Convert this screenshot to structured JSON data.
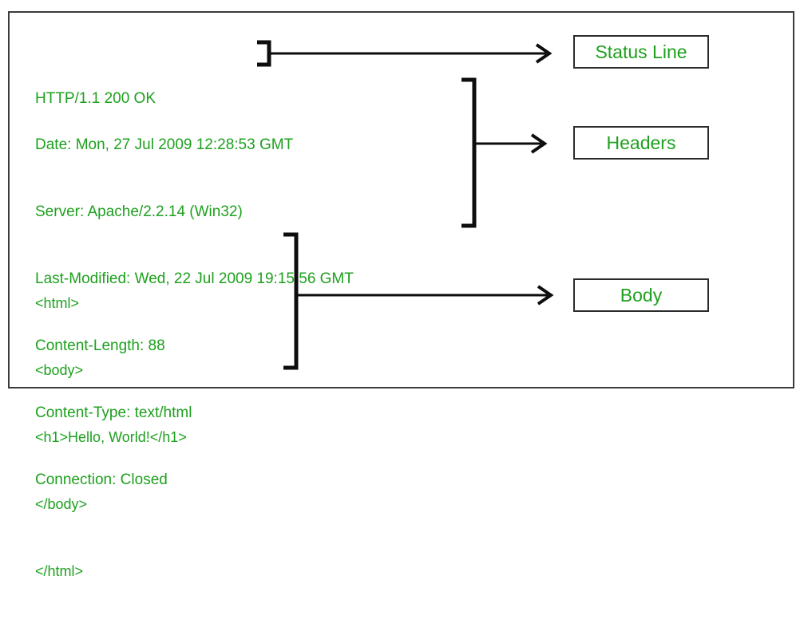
{
  "diagram": {
    "title_present": false,
    "accent_color": "#1ea01e",
    "line_color": "#2b2b2b",
    "frame_color": "#3b3b3b",
    "background": "#ffffff"
  },
  "message": {
    "status_line": {
      "text": "HTTP/1.1 200 OK",
      "label": "Status Line"
    },
    "headers": {
      "lines": [
        "Date: Mon, 27 Jul 2009 12:28:53 GMT",
        "Server: Apache/2.2.14 (Win32)",
        "Last-Modified: Wed, 22 Jul 2009 19:15:56 GMT",
        "Content-Length: 88",
        "Content-Type: text/html",
        "Connection: Closed"
      ],
      "label": "Headers"
    },
    "body": {
      "lines": [
        "<html>",
        "<body>",
        "<h1>Hello, World!</h1>",
        "</body>",
        "</html>"
      ],
      "label": "Body"
    }
  },
  "connectors": [
    {
      "name": "status-line-connector",
      "icon": "bracket-arrow-icon"
    },
    {
      "name": "headers-connector",
      "icon": "bracket-arrow-icon"
    },
    {
      "name": "body-connector",
      "icon": "bracket-arrow-icon"
    }
  ]
}
